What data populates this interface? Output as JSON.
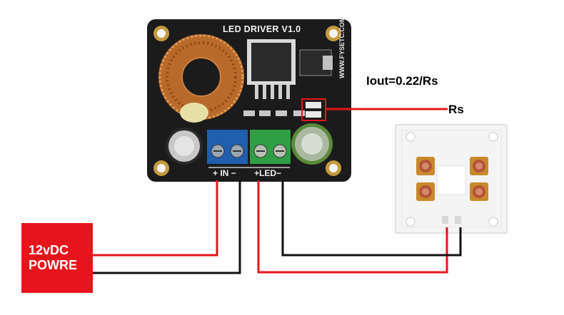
{
  "board": {
    "title": "LED DRIVER V1.0",
    "url": "WWW.FYSETC.COM",
    "label_in": "+ IN −",
    "label_led": "+LED−"
  },
  "formula": "Iout=0.22/Rs",
  "rs_label": "Rs",
  "power_supply": {
    "line1": "12vDC",
    "line2": "POWRE"
  },
  "colors": {
    "positive_wire": "#e8141b",
    "negative_wire": "#111111",
    "pcb": "#1b1b1b",
    "power_supply": "#e8141b",
    "terminal_in": "#1f5fae",
    "terminal_led": "#2f9e44"
  }
}
